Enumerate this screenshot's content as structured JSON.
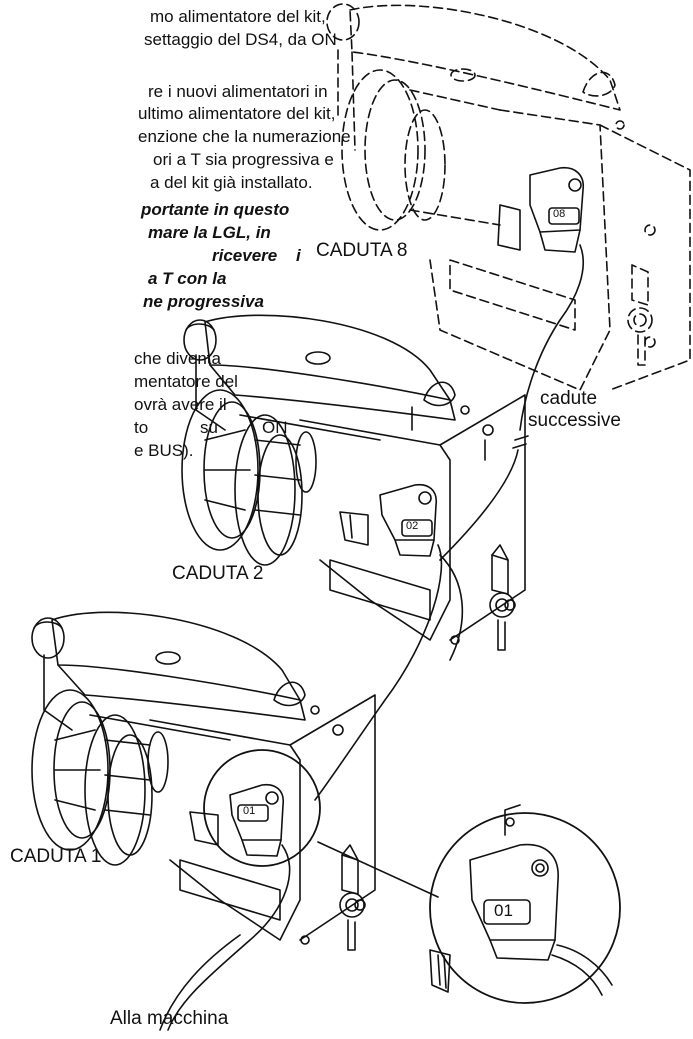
{
  "text": {
    "p1": [
      "mo alimentatore del kit,",
      "settaggio del DS4, da ON"
    ],
    "p2": [
      "re i nuovi alimentatori in",
      "ultimo alimentatore del kit,",
      "enzione che la numerazione",
      "ori a T sia progressiva e",
      "a del kit già installato."
    ],
    "p3": [
      "portante in questo",
      "mare la LGL, in",
      "ricevere",
      "i",
      "a T con la",
      "ne progressiva"
    ],
    "p4": [
      "che diventa",
      "mentatore del",
      "ovrà avere il",
      "to",
      "su",
      "ON",
      "e BUS)."
    ]
  },
  "labels": {
    "caduta8": "CADUTA 8",
    "caduta2": "CADUTA 2",
    "caduta1": "CADUTA 1",
    "cadute_successive_1": "cadute",
    "cadute_successive_2": "successive",
    "alla_macchina": "Alla macchina"
  },
  "tags": {
    "tag8": "08",
    "tag2": "02",
    "tag1": "01",
    "tag1_zoom": "01"
  }
}
